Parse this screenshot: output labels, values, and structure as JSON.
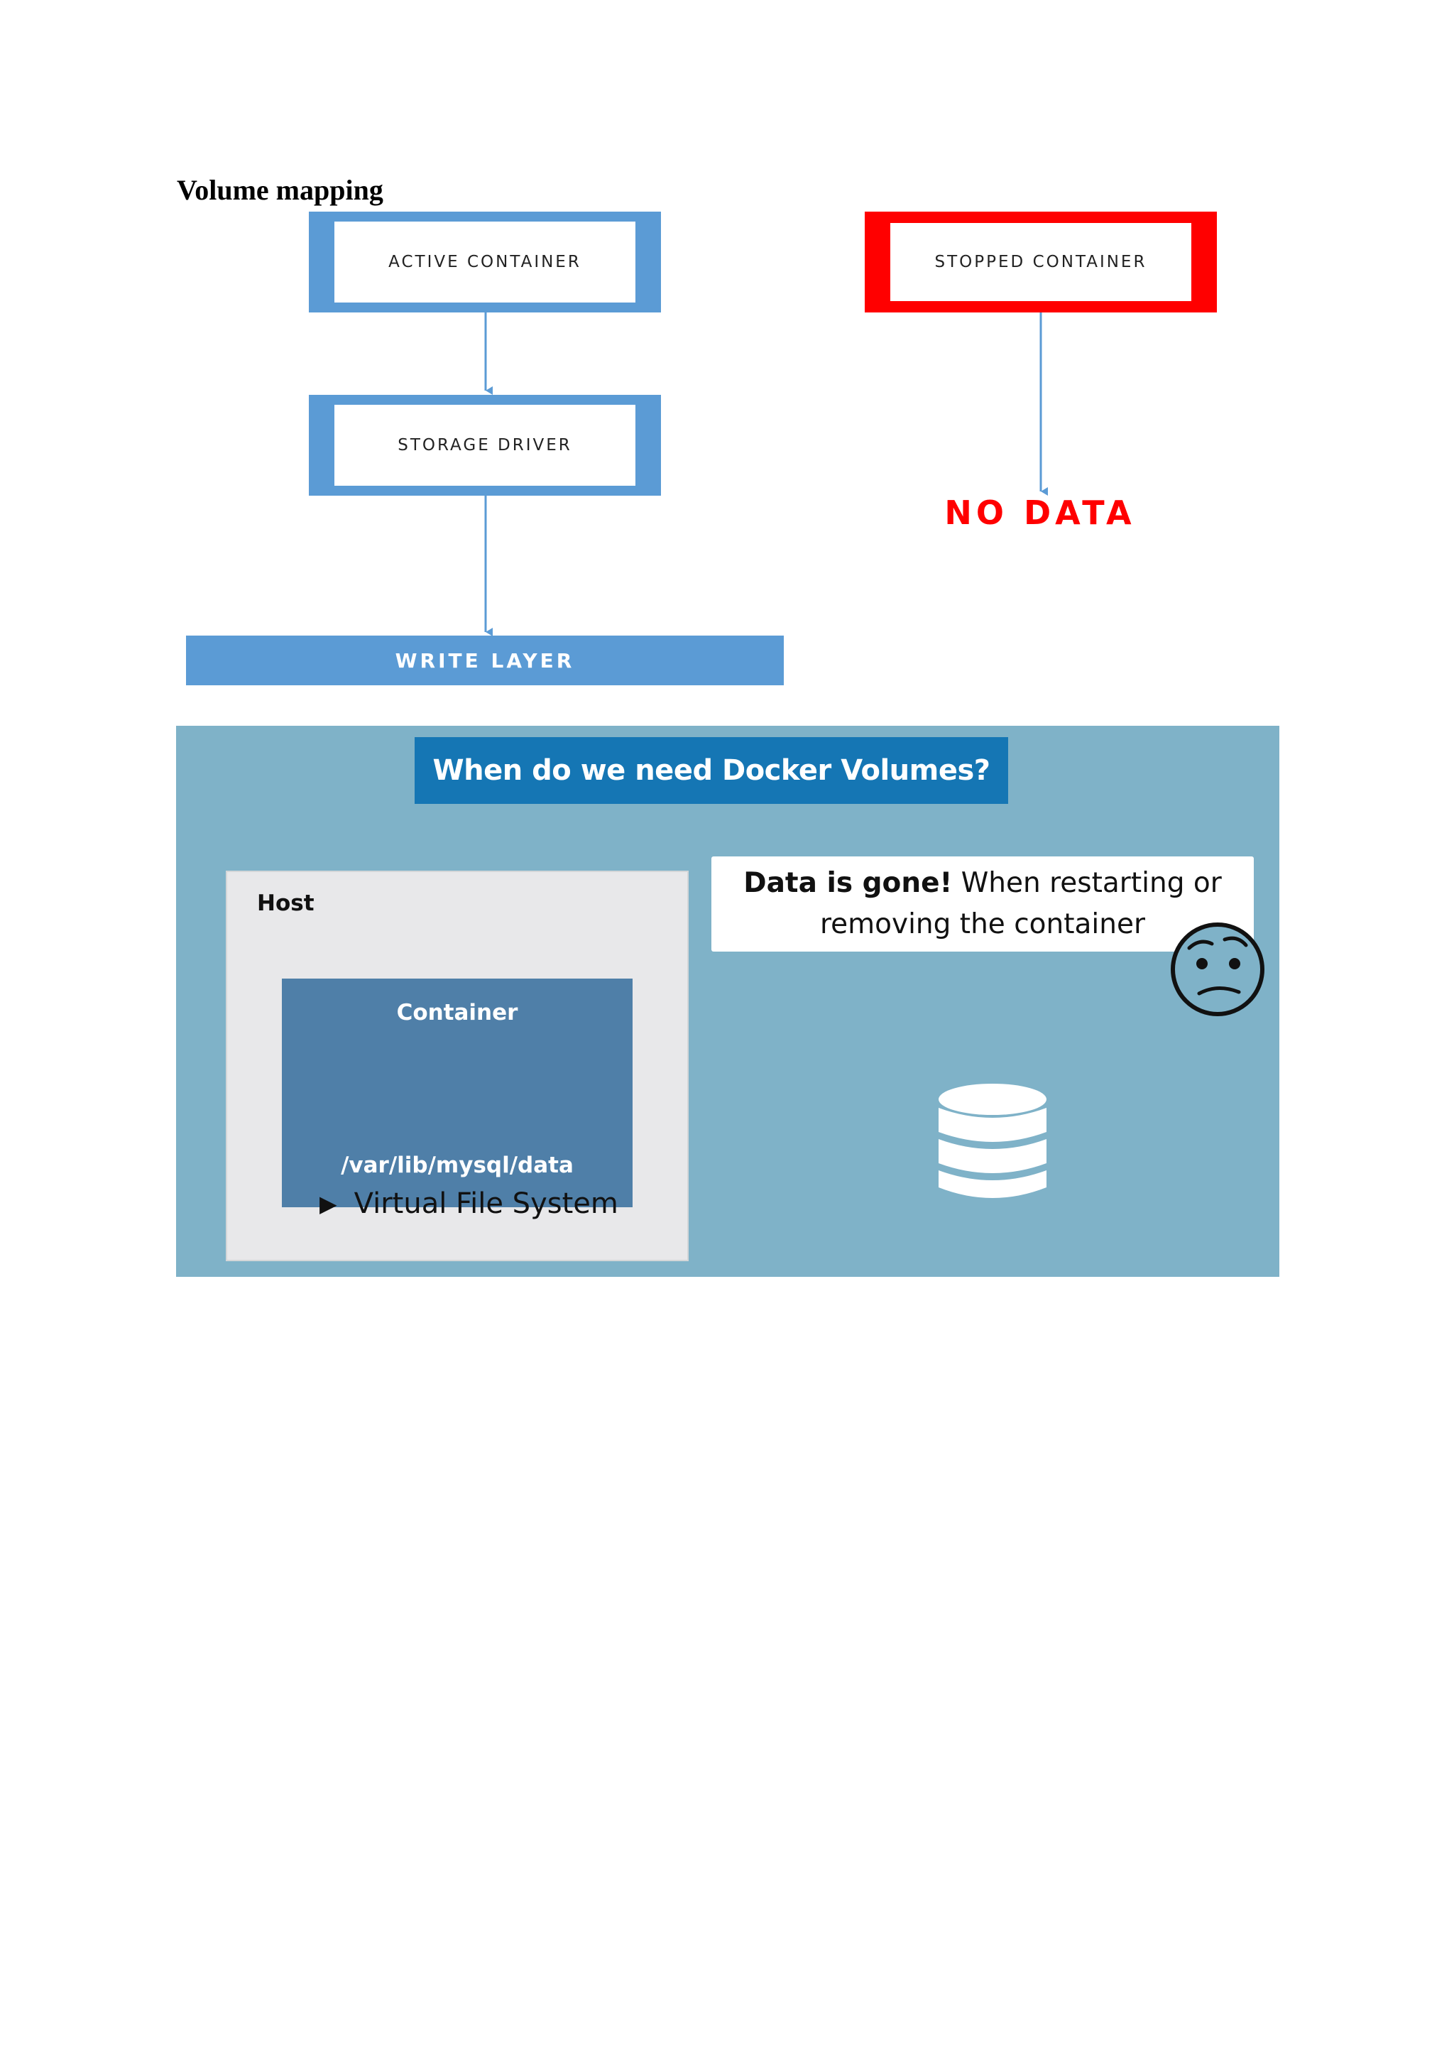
{
  "heading": "Volume mapping",
  "diagram": {
    "active_container": "ACTIVE CONTAINER",
    "storage_driver": "STORAGE DRIVER",
    "write_layer": "WRITE LAYER",
    "stopped_container": "STOPPED CONTAINER",
    "no_data": "NO DATA",
    "colors": {
      "active": "#5b9bd5",
      "stopped": "#ff0000"
    }
  },
  "slide": {
    "title": "When do we need Docker Volumes?",
    "host_label": "Host",
    "container_label": "Container",
    "container_path": "/var/lib/mysql/data",
    "vfs_label": "Virtual File System",
    "callout_bold": "Data is gone!",
    "callout_line1_rest": " When restarting or",
    "callout_line2": "removing the container",
    "icons": {
      "face": "confused-face-icon",
      "database": "database-icon",
      "bullet": "play-triangle-icon"
    },
    "colors": {
      "background": "#7fb2c8",
      "title_bg": "#1576b4",
      "container_bg": "#4f7fa8"
    }
  }
}
